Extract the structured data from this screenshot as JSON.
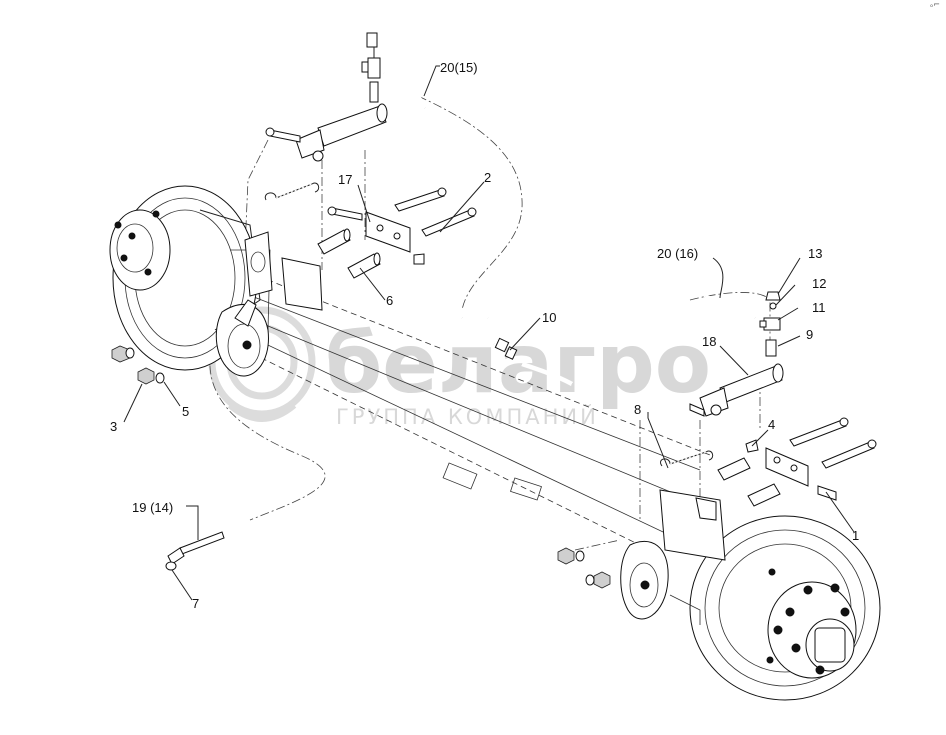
{
  "watermark": {
    "brand": "белагро",
    "tagline": "ГРУППА КОМПАНИЙ"
  },
  "corner_mark": "ₒ⌐",
  "callouts": [
    {
      "id": "c20a",
      "text": "20(15)"
    },
    {
      "id": "c17",
      "text": "17"
    },
    {
      "id": "c2",
      "text": "2"
    },
    {
      "id": "c6",
      "text": "6"
    },
    {
      "id": "c10",
      "text": "10"
    },
    {
      "id": "c20b",
      "text": "20 (16)"
    },
    {
      "id": "c13",
      "text": "13"
    },
    {
      "id": "c12",
      "text": "12"
    },
    {
      "id": "c11",
      "text": "11"
    },
    {
      "id": "c9",
      "text": "9"
    },
    {
      "id": "c18",
      "text": "18"
    },
    {
      "id": "c8",
      "text": "8"
    },
    {
      "id": "c4",
      "text": "4"
    },
    {
      "id": "c1",
      "text": "1"
    },
    {
      "id": "c3",
      "text": "3"
    },
    {
      "id": "c5",
      "text": "5"
    },
    {
      "id": "c19",
      "text": "19 (14)"
    },
    {
      "id": "c7",
      "text": "7"
    }
  ]
}
